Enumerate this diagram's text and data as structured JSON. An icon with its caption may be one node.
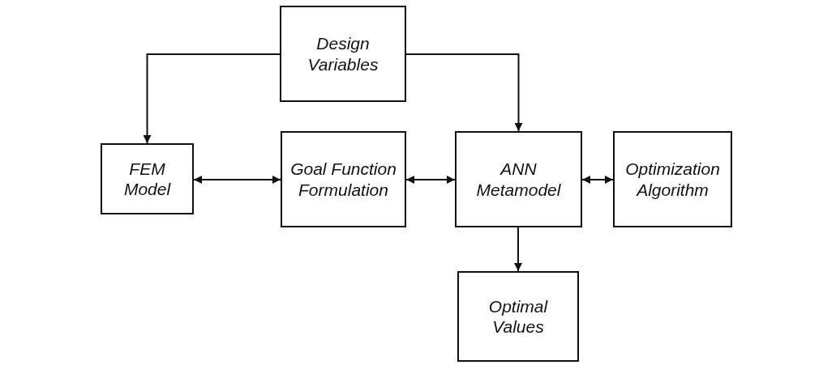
{
  "diagram": {
    "nodes": [
      {
        "text": [
          "Design Variables"
        ]
      },
      {
        "text": [
          "FEM Model"
        ]
      },
      {
        "text": [
          "Goal Function Formulation"
        ]
      },
      {
        "text": [
          "ANN Metamodel"
        ]
      },
      {
        "text": [
          "Optimization Algorithm"
        ]
      },
      {
        "text": [
          "Optimal Values"
        ]
      }
    ],
    "edges": [
      {
        "from": 0,
        "to": 1,
        "arrow": "to"
      },
      {
        "from": 0,
        "to": 3,
        "arrow": "to"
      },
      {
        "from": 1,
        "to": 2,
        "arrow": "both"
      },
      {
        "from": 2,
        "to": 3,
        "arrow": "both"
      },
      {
        "from": 3,
        "to": 4,
        "arrow": "both"
      },
      {
        "from": 3,
        "to": 5,
        "arrow": "to"
      }
    ]
  }
}
